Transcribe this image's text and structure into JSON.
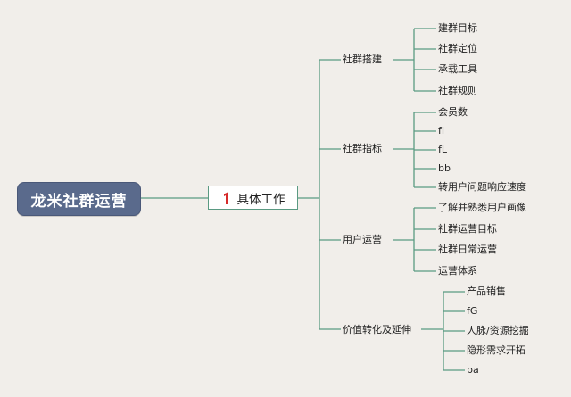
{
  "root": {
    "label": "龙米社群运营"
  },
  "level1": {
    "label": "具体工作",
    "number": "1"
  },
  "branches": [
    {
      "label": "社群搭建",
      "children": [
        "建群目标",
        "社群定位",
        "承载工具",
        "社群规则"
      ]
    },
    {
      "label": "社群指标",
      "children": [
        "会员数",
        "fI",
        "fL",
        "bb",
        "转用户问题响应速度"
      ]
    },
    {
      "label": "用户运营",
      "children": [
        "了解并熟悉用户画像",
        "社群运营目标",
        "社群日常运营",
        "运营体系"
      ]
    },
    {
      "label": "价值转化及延伸",
      "children": [
        "产品销售",
        "fG",
        "人脉/资源挖掘",
        "隐形需求开拓",
        "ba"
      ]
    }
  ],
  "colors": {
    "line": "#5a9a82",
    "root_fill": "#5a6a8c",
    "number_red": "#d62a2a",
    "background": "#f1eeea"
  }
}
